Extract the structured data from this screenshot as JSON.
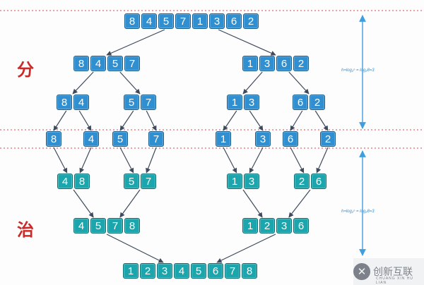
{
  "labels": {
    "divide": "分",
    "conquer": "治"
  },
  "notes": {
    "divide_height": "h=log₂ⁿ = log₂8=3",
    "conquer_height": "h=log₂ⁿ = log₂8=3"
  },
  "watermark": {
    "brand": "创新互联",
    "sub": "CHUANG XIN HU LIAN",
    "logo": "✕"
  },
  "colors": {
    "split": "#2f8fd0",
    "merge": "#1aa6ac",
    "arrow": "#3f4a5c",
    "divider": "#e36b6b",
    "height_arrow": "#3f9ee0"
  },
  "split_levels": [
    [
      [
        "8",
        "4",
        "5",
        "7",
        "1",
        "3",
        "6",
        "2"
      ]
    ],
    [
      [
        "8",
        "4",
        "5",
        "7"
      ],
      [
        "1",
        "3",
        "6",
        "2"
      ]
    ],
    [
      [
        "8",
        "4"
      ],
      [
        "5",
        "7"
      ],
      [
        "1",
        "3"
      ],
      [
        "6",
        "2"
      ]
    ],
    [
      [
        "8"
      ],
      [
        "4"
      ],
      [
        "5"
      ],
      [
        "7"
      ],
      [
        "1"
      ],
      [
        "3"
      ],
      [
        "6"
      ],
      [
        "2"
      ]
    ]
  ],
  "merge_levels": [
    [
      [
        "4",
        "8"
      ],
      [
        "5",
        "7"
      ],
      [
        "1",
        "3"
      ],
      [
        "2",
        "6"
      ]
    ],
    [
      [
        "4",
        "5",
        "7",
        "8"
      ],
      [
        "1",
        "2",
        "3",
        "6"
      ]
    ],
    [
      [
        "1",
        "2",
        "3",
        "4",
        "5",
        "6",
        "7",
        "8"
      ]
    ]
  ]
}
